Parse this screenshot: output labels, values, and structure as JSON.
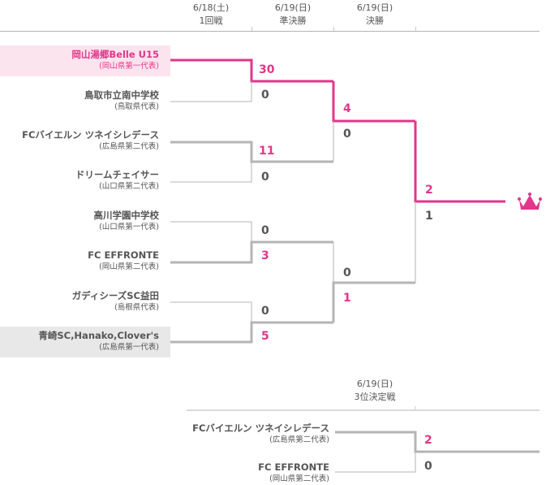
{
  "header": {
    "rounds": [
      {
        "date": "6/18(土)",
        "name": "1回戦"
      },
      {
        "date": "6/19(日)",
        "name": "準決勝"
      },
      {
        "date": "6/19(日)",
        "name": "決勝"
      }
    ]
  },
  "teams": [
    {
      "name": "岡山湯郷Belle U15",
      "pref": "(岡山県第一代表)",
      "style": "win"
    },
    {
      "name": "鳥取市立南中学校",
      "pref": "(鳥取県代表)",
      "style": ""
    },
    {
      "name": "FCバイエルン ツネイシレデース",
      "pref": "(広島県第二代表)",
      "style": ""
    },
    {
      "name": "ドリームチェイサー",
      "pref": "(山口県第二代表)",
      "style": ""
    },
    {
      "name": "高川学園中学校",
      "pref": "(山口県第一代表)",
      "style": ""
    },
    {
      "name": "FC EFFRONTE",
      "pref": "(岡山県第二代表)",
      "style": ""
    },
    {
      "name": "ガディシーズSC益田",
      "pref": "(島根県代表)",
      "style": ""
    },
    {
      "name": "青崎SC,Hanako,Clover's",
      "pref": "(広島県第一代表)",
      "style": "hl"
    }
  ],
  "round1": {
    "matches": [
      {
        "scores": [
          "30",
          "0"
        ],
        "winner": 0
      },
      {
        "scores": [
          "11",
          "0"
        ],
        "winner": 0
      },
      {
        "scores": [
          "0",
          "3"
        ],
        "winner": 1
      },
      {
        "scores": [
          "0",
          "5"
        ],
        "winner": 1
      }
    ]
  },
  "semifinal": {
    "matches": [
      {
        "scores": [
          "4",
          "0"
        ],
        "winner": 0
      },
      {
        "scores": [
          "0",
          "1"
        ],
        "winner": 1
      }
    ]
  },
  "final": {
    "scores": [
      "2",
      "1"
    ],
    "winner": 0
  },
  "champion_icon": "crown-icon",
  "third_place": {
    "date": "6/19(日)",
    "name": "3位決定戦",
    "teams": [
      {
        "name": "FCバイエルン ツネイシレデース",
        "pref": "(広島県第二代表)"
      },
      {
        "name": "FC EFFRONTE",
        "pref": "(岡山県第二代表)"
      }
    ],
    "scores": [
      "2",
      "0"
    ],
    "winner": 0
  },
  "colors": {
    "accent": "#e2368a",
    "line": "#b5b5b5",
    "winner_bg": "#fce4ef",
    "highlight_bg": "#e8e8e8"
  }
}
